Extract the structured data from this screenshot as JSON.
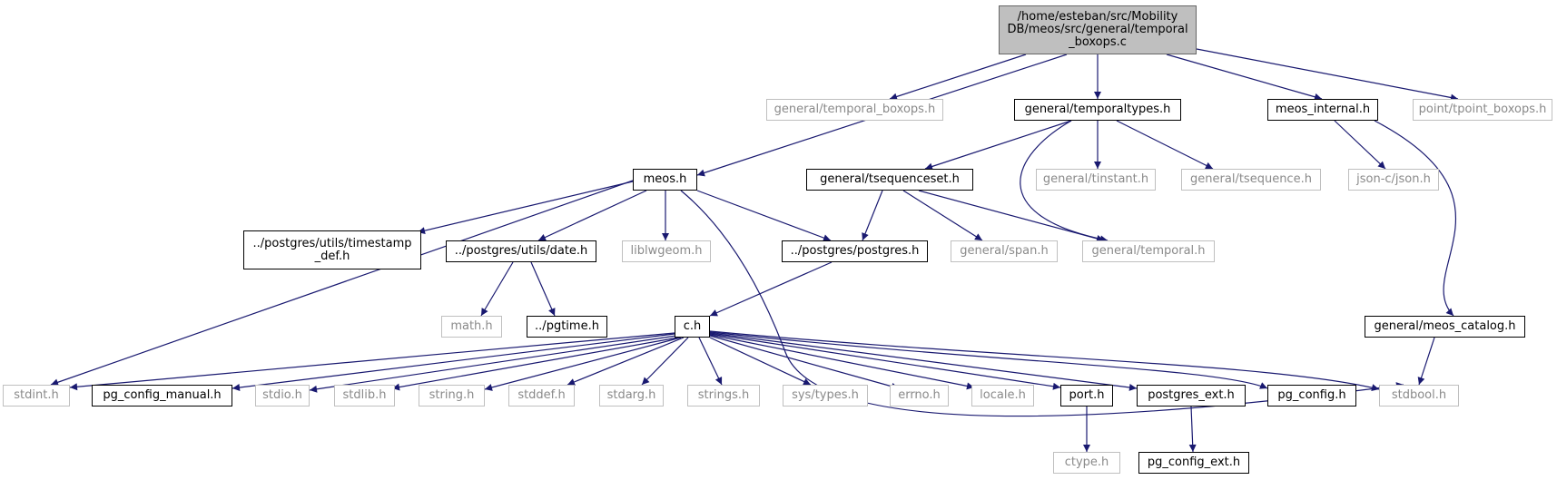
{
  "colors": {
    "edge": "#191970",
    "root_fill": "#bfbfbf",
    "normal_border": "#000000",
    "external_border": "#bfbfbf",
    "external_text": "#8a8a8a"
  },
  "nodes": [
    {
      "id": "root",
      "label": "/home/esteban/src/Mobility\nDB/meos/src/general/temporal\n_boxops.c",
      "kind": "root"
    },
    {
      "id": "temporal_boxops_h",
      "label": "general/temporal_boxops.h",
      "kind": "external"
    },
    {
      "id": "temporaltypes_h",
      "label": "general/temporaltypes.h",
      "kind": "normal"
    },
    {
      "id": "meos_internal_h",
      "label": "meos_internal.h",
      "kind": "normal"
    },
    {
      "id": "tpoint_boxops_h",
      "label": "point/tpoint_boxops.h",
      "kind": "external"
    },
    {
      "id": "meos_h",
      "label": "meos.h",
      "kind": "normal"
    },
    {
      "id": "tsequenceset_h",
      "label": "general/tsequenceset.h",
      "kind": "normal"
    },
    {
      "id": "tinstant_h",
      "label": "general/tinstant.h",
      "kind": "external"
    },
    {
      "id": "tsequence_h",
      "label": "general/tsequence.h",
      "kind": "external"
    },
    {
      "id": "json_h",
      "label": "json-c/json.h",
      "kind": "external"
    },
    {
      "id": "timestamp_def_h",
      "label": "../postgres/utils/timestamp\n_def.h",
      "kind": "normal"
    },
    {
      "id": "date_h",
      "label": "../postgres/utils/date.h",
      "kind": "normal"
    },
    {
      "id": "liblwgeom_h",
      "label": "liblwgeom.h",
      "kind": "external"
    },
    {
      "id": "postgres_h",
      "label": "../postgres/postgres.h",
      "kind": "normal"
    },
    {
      "id": "span_h",
      "label": "general/span.h",
      "kind": "external"
    },
    {
      "id": "temporal_h",
      "label": "general/temporal.h",
      "kind": "external"
    },
    {
      "id": "math_h",
      "label": "math.h",
      "kind": "external"
    },
    {
      "id": "pgtime_h",
      "label": "../pgtime.h",
      "kind": "normal"
    },
    {
      "id": "c_h",
      "label": "c.h",
      "kind": "normal"
    },
    {
      "id": "meos_catalog_h",
      "label": "general/meos_catalog.h",
      "kind": "normal"
    },
    {
      "id": "stdint_h",
      "label": "stdint.h",
      "kind": "external"
    },
    {
      "id": "pg_config_manual_h",
      "label": "pg_config_manual.h",
      "kind": "normal"
    },
    {
      "id": "stdio_h",
      "label": "stdio.h",
      "kind": "external"
    },
    {
      "id": "stdlib_h",
      "label": "stdlib.h",
      "kind": "external"
    },
    {
      "id": "string_h",
      "label": "string.h",
      "kind": "external"
    },
    {
      "id": "stddef_h",
      "label": "stddef.h",
      "kind": "external"
    },
    {
      "id": "stdarg_h",
      "label": "stdarg.h",
      "kind": "external"
    },
    {
      "id": "strings_h",
      "label": "strings.h",
      "kind": "external"
    },
    {
      "id": "sys_types_h",
      "label": "sys/types.h",
      "kind": "external"
    },
    {
      "id": "errno_h",
      "label": "errno.h",
      "kind": "external"
    },
    {
      "id": "locale_h",
      "label": "locale.h",
      "kind": "external"
    },
    {
      "id": "port_h",
      "label": "port.h",
      "kind": "normal"
    },
    {
      "id": "postgres_ext_h",
      "label": "postgres_ext.h",
      "kind": "normal"
    },
    {
      "id": "pg_config_h",
      "label": "pg_config.h",
      "kind": "normal"
    },
    {
      "id": "stdbool_h",
      "label": "stdbool.h",
      "kind": "external"
    },
    {
      "id": "ctype_h",
      "label": "ctype.h",
      "kind": "external"
    },
    {
      "id": "pg_config_ext_h",
      "label": "pg_config_ext.h",
      "kind": "normal"
    }
  ],
  "edges": [
    {
      "from": "root",
      "to": "temporal_boxops_h"
    },
    {
      "from": "root",
      "to": "meos_h"
    },
    {
      "from": "root",
      "to": "temporaltypes_h"
    },
    {
      "from": "root",
      "to": "meos_internal_h"
    },
    {
      "from": "root",
      "to": "tpoint_boxops_h"
    },
    {
      "from": "meos_h",
      "to": "stdint_h"
    },
    {
      "from": "meos_h",
      "to": "timestamp_def_h"
    },
    {
      "from": "meos_h",
      "to": "date_h"
    },
    {
      "from": "meos_h",
      "to": "liblwgeom_h"
    },
    {
      "from": "meos_h",
      "to": "postgres_h"
    },
    {
      "from": "meos_h",
      "to": "stdbool_h"
    },
    {
      "from": "temporaltypes_h",
      "to": "tsequenceset_h"
    },
    {
      "from": "temporaltypes_h",
      "to": "temporal_h"
    },
    {
      "from": "temporaltypes_h",
      "to": "tinstant_h"
    },
    {
      "from": "temporaltypes_h",
      "to": "tsequence_h"
    },
    {
      "from": "tsequenceset_h",
      "to": "postgres_h"
    },
    {
      "from": "tsequenceset_h",
      "to": "span_h"
    },
    {
      "from": "tsequenceset_h",
      "to": "temporal_h"
    },
    {
      "from": "meos_internal_h",
      "to": "json_h"
    },
    {
      "from": "meos_internal_h",
      "to": "meos_catalog_h"
    },
    {
      "from": "date_h",
      "to": "math_h"
    },
    {
      "from": "date_h",
      "to": "pgtime_h"
    },
    {
      "from": "postgres_h",
      "to": "c_h"
    },
    {
      "from": "c_h",
      "to": "stdint_h"
    },
    {
      "from": "c_h",
      "to": "pg_config_manual_h"
    },
    {
      "from": "c_h",
      "to": "stdio_h"
    },
    {
      "from": "c_h",
      "to": "stdlib_h"
    },
    {
      "from": "c_h",
      "to": "string_h"
    },
    {
      "from": "c_h",
      "to": "stddef_h"
    },
    {
      "from": "c_h",
      "to": "stdarg_h"
    },
    {
      "from": "c_h",
      "to": "strings_h"
    },
    {
      "from": "c_h",
      "to": "sys_types_h"
    },
    {
      "from": "c_h",
      "to": "errno_h"
    },
    {
      "from": "c_h",
      "to": "locale_h"
    },
    {
      "from": "c_h",
      "to": "port_h"
    },
    {
      "from": "c_h",
      "to": "postgres_ext_h"
    },
    {
      "from": "c_h",
      "to": "pg_config_h"
    },
    {
      "from": "c_h",
      "to": "stdbool_h"
    },
    {
      "from": "meos_catalog_h",
      "to": "stdbool_h"
    },
    {
      "from": "port_h",
      "to": "ctype_h"
    },
    {
      "from": "postgres_ext_h",
      "to": "pg_config_ext_h"
    }
  ]
}
